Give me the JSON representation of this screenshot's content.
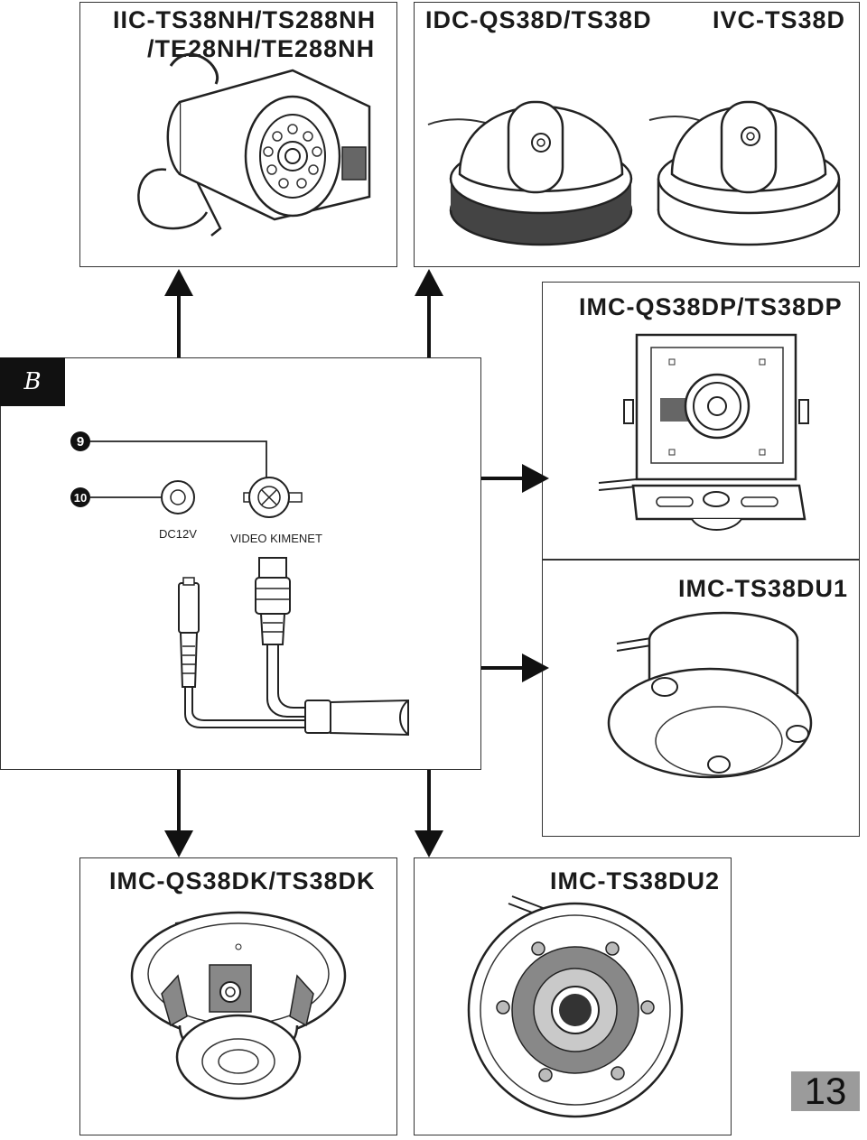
{
  "section_badge": "B",
  "page_number": "13",
  "cameras": {
    "bullet": {
      "title_line1": "IIC-TS38NH/TS288NH",
      "title_line2": "/TE28NH/TE288NH"
    },
    "dome_left": {
      "title": "IDC-QS38D/TS38D"
    },
    "dome_right": {
      "title": "IVC-TS38D"
    },
    "pinhole": {
      "title": "IMC-QS38DP/TS38DP"
    },
    "flat_u1": {
      "title": "IMC-TS38DU1"
    },
    "dome_dk": {
      "title": "IMC-QS38DK/TS38DK"
    },
    "flat_u2": {
      "title": "IMC-TS38DU2"
    }
  },
  "connector": {
    "marker_9": "9",
    "marker_10": "10",
    "dc_label": "DC12V",
    "video_label": "VIDEO KIMENET"
  }
}
